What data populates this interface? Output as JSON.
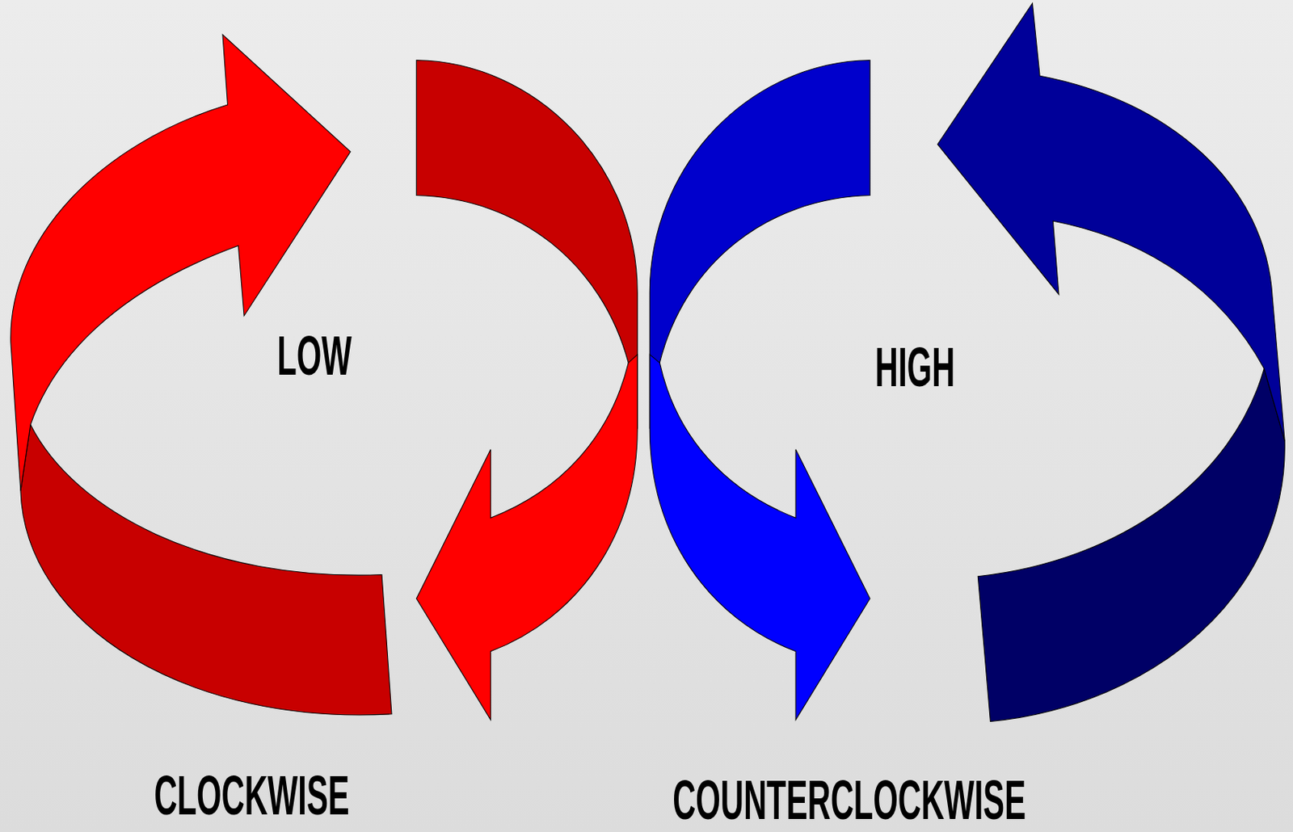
{
  "diagram": {
    "labels": [
      "LOW",
      "HIGH",
      "CLOCKWISE",
      "COUNTERCLOCKWISE"
    ]
  }
}
